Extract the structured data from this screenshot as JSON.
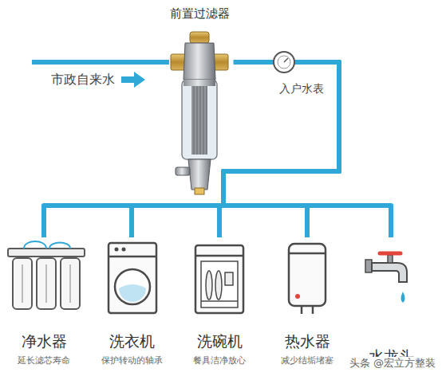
{
  "diagram": {
    "nodes": [
      {
        "text": [
          "前置过滤器"
        ]
      },
      {
        "text": [
          "入户水表"
        ]
      },
      {
        "text": [
          "净水器",
          "延长滤芯寿命"
        ]
      },
      {
        "text": [
          "洗衣机",
          "保护转动的轴承"
        ]
      },
      {
        "text": [
          "洗碗机",
          "餐具洁净放心"
        ]
      },
      {
        "text": [
          "热水器",
          "减少结垢堵塞"
        ]
      },
      {
        "text": [
          "水龙头"
        ]
      }
    ],
    "edges": [
      {
        "from": 0,
        "to": 1,
        "arrow": "none"
      },
      {
        "from": 1,
        "to": 2,
        "arrow": "none"
      },
      {
        "from": 1,
        "to": 3,
        "arrow": "none"
      },
      {
        "from": 1,
        "to": 4,
        "arrow": "none"
      },
      {
        "from": 1,
        "to": 5,
        "arrow": "none"
      },
      {
        "from": 1,
        "to": 6,
        "arrow": "none"
      }
    ],
    "labels": [
      "市政自来水",
      "头条 @宏立方整装"
    ]
  }
}
